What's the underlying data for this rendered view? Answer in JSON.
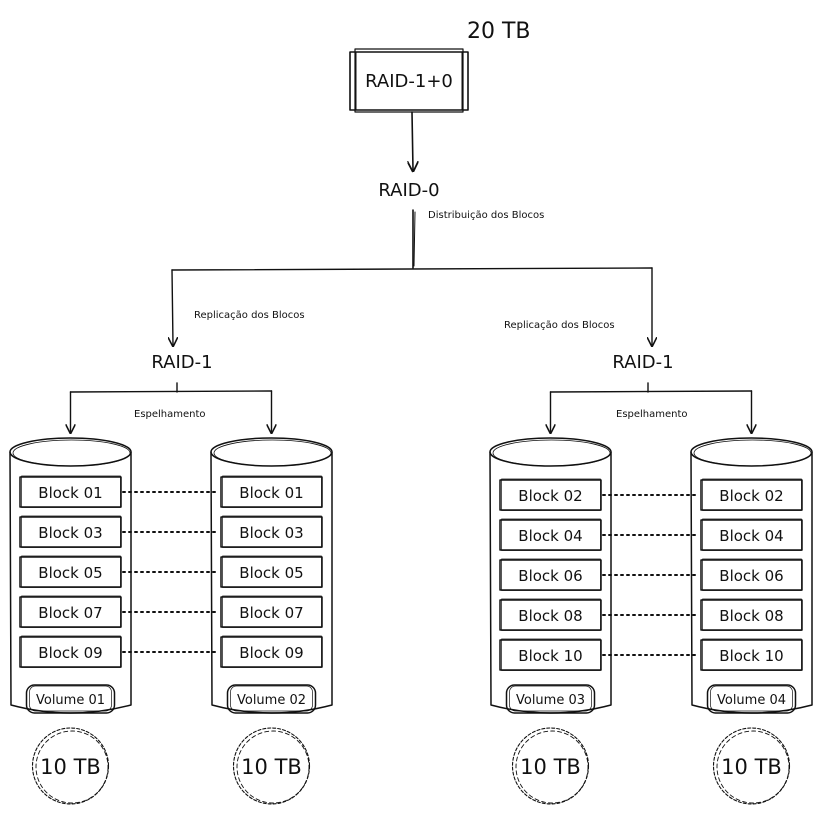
{
  "header": {
    "total": "20 TB"
  },
  "root": {
    "label": "RAID-1+0"
  },
  "stripe": {
    "label": "RAID-0",
    "note": "Distribuição dos Blocos"
  },
  "groups": [
    {
      "replication_note": "Replicação dos Blocos",
      "label": "RAID-1",
      "mirror_note": "Espelhamento",
      "volumes": [
        {
          "name": "Volume 01",
          "capacity": "10 TB",
          "blocks": [
            "Block 01",
            "Block 03",
            "Block 05",
            "Block 07",
            "Block 09"
          ]
        },
        {
          "name": "Volume 02",
          "capacity": "10 TB",
          "blocks": [
            "Block 01",
            "Block 03",
            "Block 05",
            "Block 07",
            "Block 09"
          ]
        }
      ]
    },
    {
      "replication_note": "Replicação dos Blocos",
      "label": "RAID-1",
      "mirror_note": "Espelhamento",
      "volumes": [
        {
          "name": "Volume 03",
          "capacity": "10 TB",
          "blocks": [
            "Block 02",
            "Block 04",
            "Block 06",
            "Block 08",
            "Block 10"
          ]
        },
        {
          "name": "Volume 04",
          "capacity": "10 TB",
          "blocks": [
            "Block 02",
            "Block 04",
            "Block 06",
            "Block 08",
            "Block 10"
          ]
        }
      ]
    }
  ]
}
